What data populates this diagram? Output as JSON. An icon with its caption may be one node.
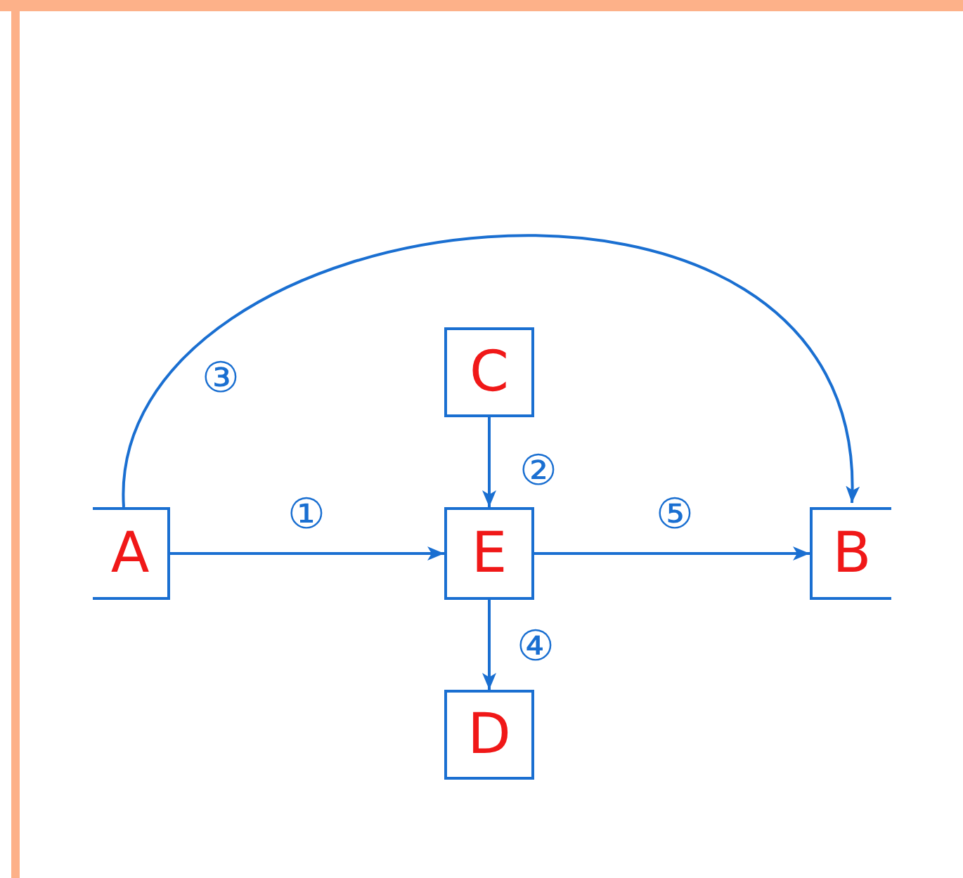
{
  "diagram": {
    "nodes": [
      {
        "text": [
          "C"
        ]
      },
      {
        "text": [
          "A"
        ]
      },
      {
        "text": [
          "E"
        ]
      },
      {
        "text": [
          "B"
        ]
      },
      {
        "text": [
          "D"
        ]
      }
    ],
    "edges": [
      {
        "from": 1,
        "to": 2,
        "arrow": "to",
        "label": "①"
      },
      {
        "from": 0,
        "to": 2,
        "arrow": "to",
        "label": "②"
      },
      {
        "from": 1,
        "to": 3,
        "arrow": "to",
        "label": "③"
      },
      {
        "from": 2,
        "to": 4,
        "arrow": "to",
        "label": "④"
      },
      {
        "from": 2,
        "to": 3,
        "arrow": "to",
        "label": "⑤"
      }
    ]
  }
}
